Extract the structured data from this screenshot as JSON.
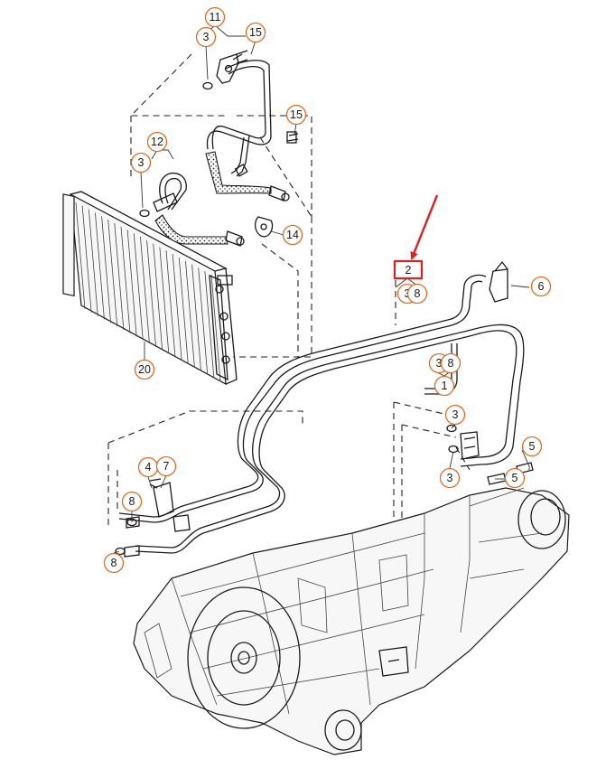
{
  "callouts": [
    {
      "id": "c11",
      "label": "11"
    },
    {
      "id": "c3a",
      "label": "3"
    },
    {
      "id": "c15a",
      "label": "15"
    },
    {
      "id": "c15b",
      "label": "15"
    },
    {
      "id": "c12",
      "label": "12"
    },
    {
      "id": "c3b",
      "label": "3"
    },
    {
      "id": "c14",
      "label": "14"
    },
    {
      "id": "c20",
      "label": "20"
    },
    {
      "id": "c2",
      "label": "2"
    },
    {
      "id": "c3c",
      "label": "3"
    },
    {
      "id": "c8a",
      "label": "8"
    },
    {
      "id": "c6",
      "label": "6"
    },
    {
      "id": "c3d",
      "label": "3"
    },
    {
      "id": "c8b",
      "label": "8"
    },
    {
      "id": "c1",
      "label": "1"
    },
    {
      "id": "c3e",
      "label": "3"
    },
    {
      "id": "c3f",
      "label": "3"
    },
    {
      "id": "c5a",
      "label": "5"
    },
    {
      "id": "c5b",
      "label": "5"
    },
    {
      "id": "c4",
      "label": "4"
    },
    {
      "id": "c7",
      "label": "7"
    },
    {
      "id": "c8c",
      "label": "8"
    },
    {
      "id": "c8d",
      "label": "8"
    }
  ],
  "highlight": {
    "label": "2",
    "color": "#e02020"
  },
  "colors": {
    "callout_ring": "#e06a1e",
    "line": "#1a1a1a",
    "highlight": "#e02020"
  }
}
